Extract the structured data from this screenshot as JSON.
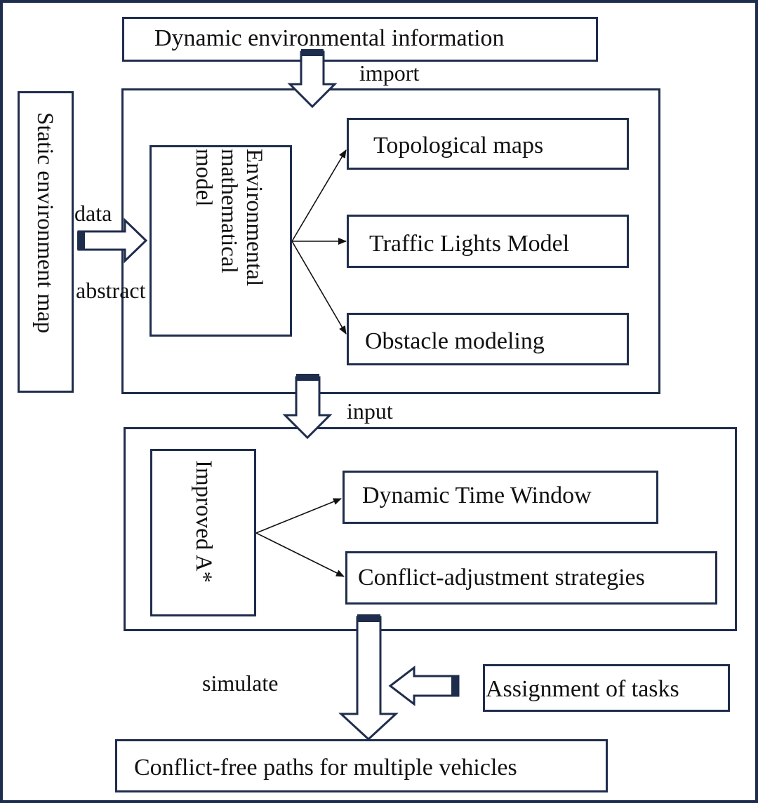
{
  "top": {
    "dynamic_info": "Dynamic environmental information"
  },
  "left": {
    "static_map": "Static environment map"
  },
  "env": {
    "model": "Environmental mathematical model",
    "outputs": [
      "Topological maps",
      "Traffic Lights Model",
      "Obstacle modeling"
    ]
  },
  "labels": {
    "import": "import",
    "data": "data",
    "abstract": "abstract",
    "input": "input",
    "simulate": "simulate"
  },
  "algo": {
    "name": "Improved A*",
    "outputs": [
      "Dynamic Time Window",
      "Conflict-adjustment strategies"
    ]
  },
  "tasks": "Assignment of tasks",
  "result": "Conflict-free paths for multiple vehicles",
  "colors": {
    "border": "#1f2d4d",
    "arrow_fill": "#1f2d4d",
    "text": "#111111"
  }
}
